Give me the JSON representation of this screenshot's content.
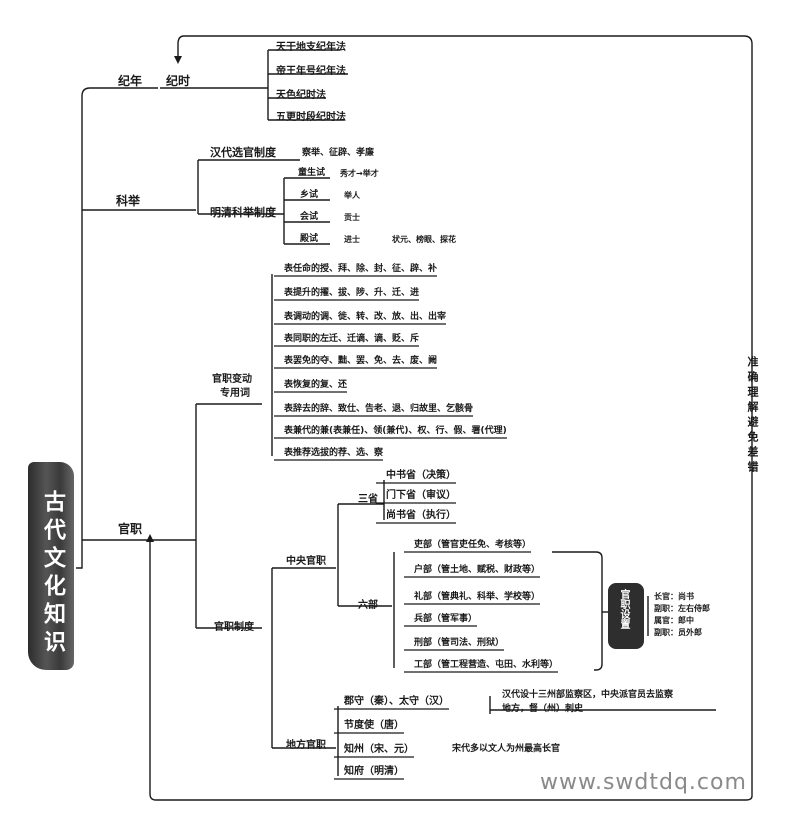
{
  "root": {
    "title": "古代文化知识"
  },
  "side_note": "准确理解避免差错",
  "watermark": "www.swdtdq.com",
  "branches": {
    "jinian": {
      "label1": "纪年",
      "label2": "纪时",
      "items": [
        "天干地支纪年法",
        "帝王年号纪年法",
        "天色纪时法",
        "五更时段纪时法"
      ]
    },
    "keju": {
      "label": "科举",
      "han": {
        "label": "汉代选官制度",
        "detail": "察举、征辟、孝廉"
      },
      "mingqing": {
        "label": "明清科举制度",
        "exams": [
          {
            "name": "童生试",
            "result": "秀才→举才"
          },
          {
            "name": "乡试",
            "result": "举人"
          },
          {
            "name": "会试",
            "result": "贡士"
          },
          {
            "name": "殿试",
            "result": "进士",
            "extra": "状元、榜眼、探花"
          }
        ]
      }
    },
    "guanzhi": {
      "label": "官职",
      "change": {
        "label_line1": "官职变动",
        "label_line2": "专用词",
        "items": [
          "表任命的授、拜、除、封、征、辟、补",
          "表提升的擢、拔、陟、升、迁、进",
          "表调动的调、徙、转、改、放、出、出宰",
          "表同职的左迁、迁谪、谪、贬、斥",
          "表罢免的夺、黜、罢、免、去、废、阙",
          "表恢复的复、还",
          "表辞去的辞、致仕、告老、退、归故里、乞骸骨",
          "表兼代的兼(表兼任)、领(兼代)、权、行、假、署(代理)",
          "表推荐选拔的荐、选、察"
        ]
      },
      "system": {
        "label": "官职制度",
        "central": {
          "label": "中央官职",
          "sansheng": {
            "label": "三省",
            "items": [
              "中书省（决策）",
              "门下省（审议）",
              "尚书省（执行）"
            ]
          },
          "liubu": {
            "label": "六部",
            "items": [
              "吏部（管官吏任免、考核等）",
              "户部（管土地、赋税、财政等）",
              "礼部（管典礼、科举、学校等）",
              "兵部（管军事）",
              "刑部（管司法、刑狱）",
              "工部（管工程营造、屯田、水利等）"
            ],
            "officials": {
              "label": "官职设置",
              "items": [
                "长官：尚书",
                "副职：左右侍郎",
                "属官：郎中",
                "副职：员外郎"
              ]
            }
          }
        },
        "local": {
          "label": "地方官职",
          "items": [
            "郡守（秦）、太守（汉）",
            "节度使（唐）",
            "知州（宋、元）",
            "知府（明清）"
          ],
          "notes": {
            "han_1": "汉代设十三州部监察区，中央派官员去监察",
            "han_2": "地方，督（州）刺史",
            "song": "宋代多以文人为州最高长官"
          }
        }
      }
    }
  }
}
